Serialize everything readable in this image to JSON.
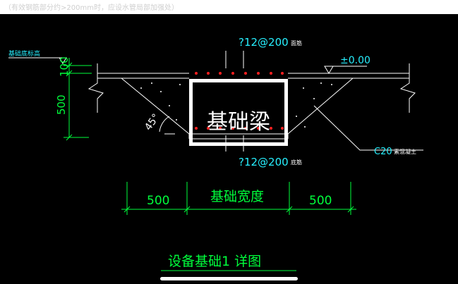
{
  "top_hint": "（有效钢筋部分约>200mm时，应设水管局部加强处）",
  "drawing": {
    "level_label": "基础底标高",
    "dim_100": "100",
    "dim_500_vertical": "500",
    "angle": "45°",
    "top_rebar": "?12@200",
    "top_rebar_note": "面筋",
    "bottom_rebar": "?12@200",
    "bottom_rebar_note": "底筋",
    "elevation": "±0.00",
    "concrete": "C20",
    "concrete_note": "素混凝土",
    "beam_label": "基础梁",
    "dim_left": "500",
    "dim_middle": "基础宽度",
    "dim_right": "500",
    "title": "设备基础1 详图"
  },
  "colors": {
    "background": "#000000",
    "line_white": "#ffffff",
    "dim_green": "#00ff3c",
    "text_cyan": "#27f0ff",
    "rebar_red": "#ff2020"
  }
}
